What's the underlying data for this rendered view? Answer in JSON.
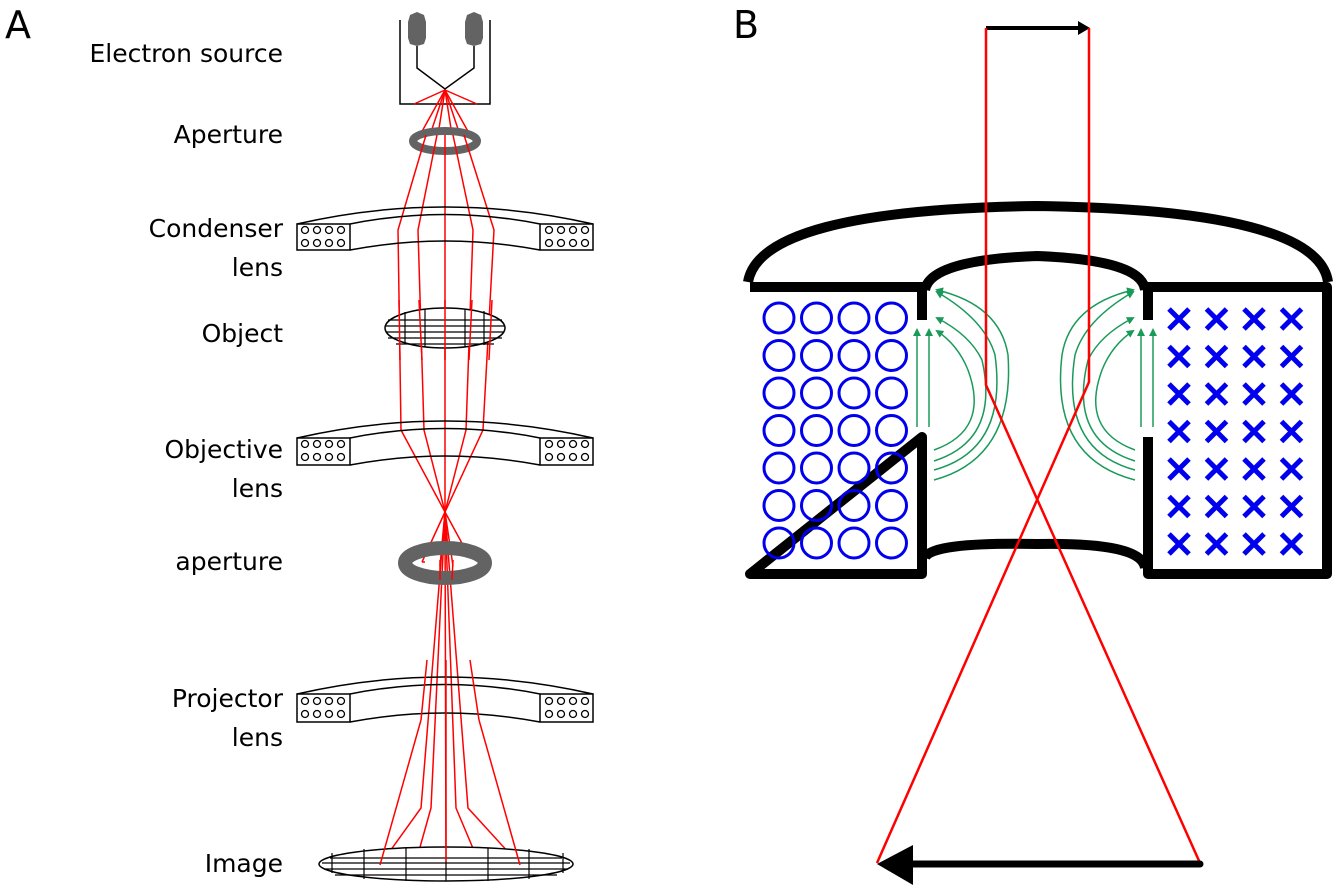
{
  "panels": {
    "a": {
      "letter": "A",
      "labels": {
        "electron_source": "Electron source",
        "aperture1": "Aperture",
        "condenser_l1": "Condenser",
        "condenser_l2": "lens",
        "object": "Object",
        "objective_l1": "Objective",
        "objective_l2": "lens",
        "aperture2": "aperture",
        "projector_l1": "Projector",
        "projector_l2": "lens",
        "image": "Image"
      }
    },
    "b": {
      "letter": "B",
      "left_coil_symbol": "circle (current out of page)",
      "right_coil_symbol": "cross (current into page)",
      "coil_rows": 7,
      "coil_cols": 4
    }
  },
  "colors": {
    "ray": "#ff0000",
    "field_lines": "#1a9a5a",
    "coil_symbols": "#0000ee",
    "aperture_gray": "#636363",
    "outline": "#000000"
  }
}
